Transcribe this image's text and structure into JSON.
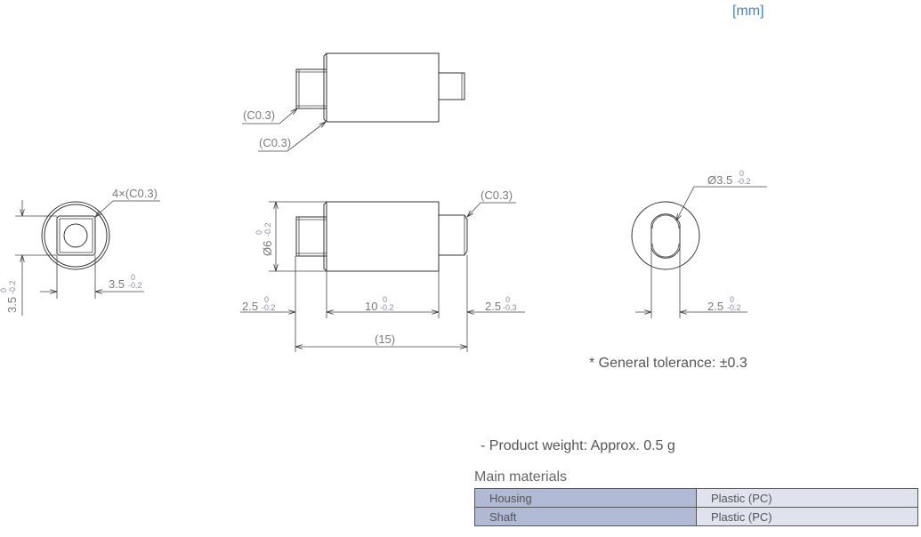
{
  "unit_label": "[mm]",
  "top_view": {
    "chamfer_1": "(C0.3)",
    "chamfer_2": "(C0.3)"
  },
  "front_view": {
    "chamfer": "4×(C0.3)",
    "height": {
      "value": "3.5",
      "upper": "0",
      "lower": "-0.2"
    },
    "width": {
      "value": "3.5",
      "upper": "0",
      "lower": "-0.2"
    }
  },
  "side_view": {
    "diameter": {
      "value": "Ø6",
      "upper": "0",
      "lower": "-0.2"
    },
    "chamfer": "(C0.3)",
    "left_shaft": {
      "value": "2.5",
      "upper": "0",
      "lower": "-0.2"
    },
    "body": {
      "value": "10",
      "upper": "0",
      "lower": "-0.2"
    },
    "right_shaft": {
      "value": "2.5",
      "upper": "0",
      "lower": "-0.3"
    },
    "total": "(15)"
  },
  "end_view": {
    "diameter": {
      "value": "Ø3.5",
      "upper": "0",
      "lower": "-0.2"
    },
    "flat": {
      "value": "2.5",
      "upper": "0",
      "lower": "-0.2"
    }
  },
  "general_tolerance": "* General tolerance: ±0.3",
  "product_weight": "-  Product weight: Approx. 0.5 g",
  "materials": {
    "title": "Main materials",
    "rows": [
      {
        "part": "Housing",
        "material": "Plastic (PC)"
      },
      {
        "part": "Shaft",
        "material": "Plastic (PC)"
      }
    ]
  }
}
